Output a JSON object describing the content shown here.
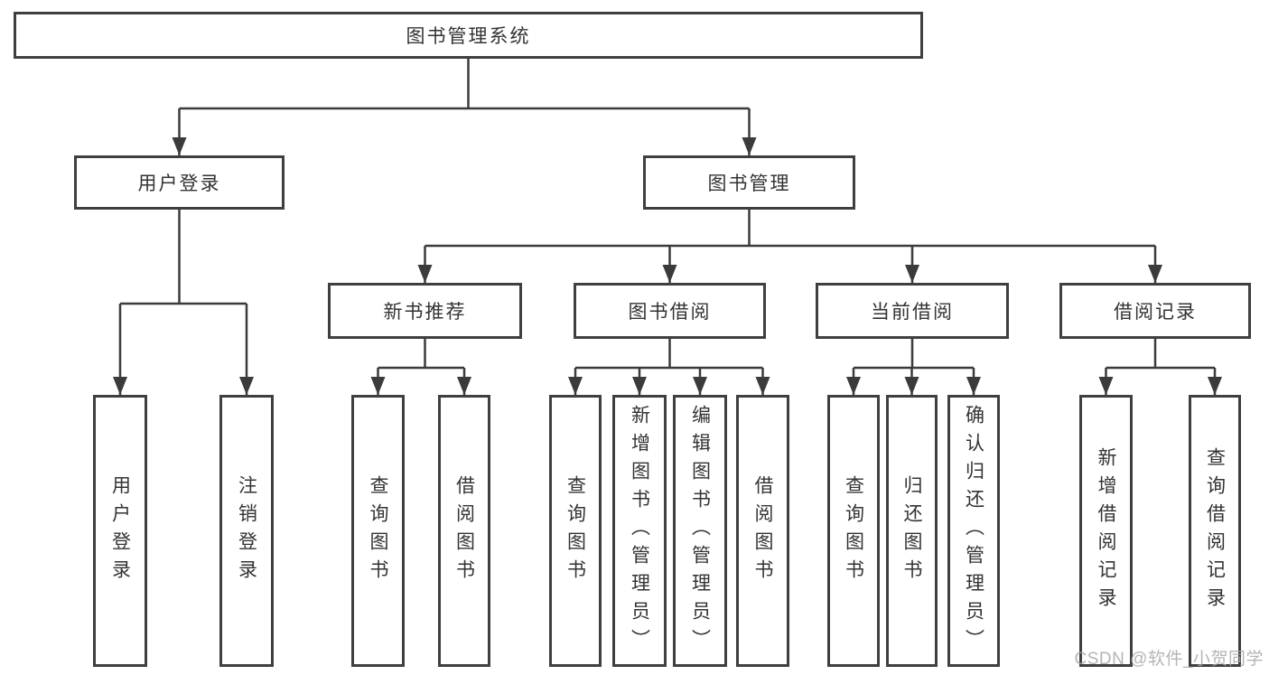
{
  "tree": {
    "label": "图书管理系统",
    "children": [
      {
        "label": "用户登录",
        "children": [
          {
            "label": "用户登录"
          },
          {
            "label": "注销登录"
          }
        ]
      },
      {
        "label": "图书管理",
        "children": [
          {
            "label": "新书推荐",
            "children": [
              {
                "label": "查询图书"
              },
              {
                "label": "借阅图书"
              }
            ]
          },
          {
            "label": "图书借阅",
            "children": [
              {
                "label": "查询图书"
              },
              {
                "label": "新增图书（管理员）"
              },
              {
                "label": "编辑图书（管理员）"
              },
              {
                "label": "借阅图书"
              }
            ]
          },
          {
            "label": "当前借阅",
            "children": [
              {
                "label": "查询图书"
              },
              {
                "label": "归还图书"
              },
              {
                "label": "确认归还（管理员）"
              }
            ]
          },
          {
            "label": "借阅记录",
            "children": [
              {
                "label": "新增借阅记录"
              },
              {
                "label": "查询借阅记录"
              }
            ]
          }
        ]
      }
    ]
  },
  "watermark": "CSDN @软件_小贺同学",
  "colors": {
    "line": "#3b3b3b",
    "box_border": "#3f3f3f",
    "text": "#333333",
    "watermark_text": "#a8a8a8",
    "background": "#ffffff"
  }
}
